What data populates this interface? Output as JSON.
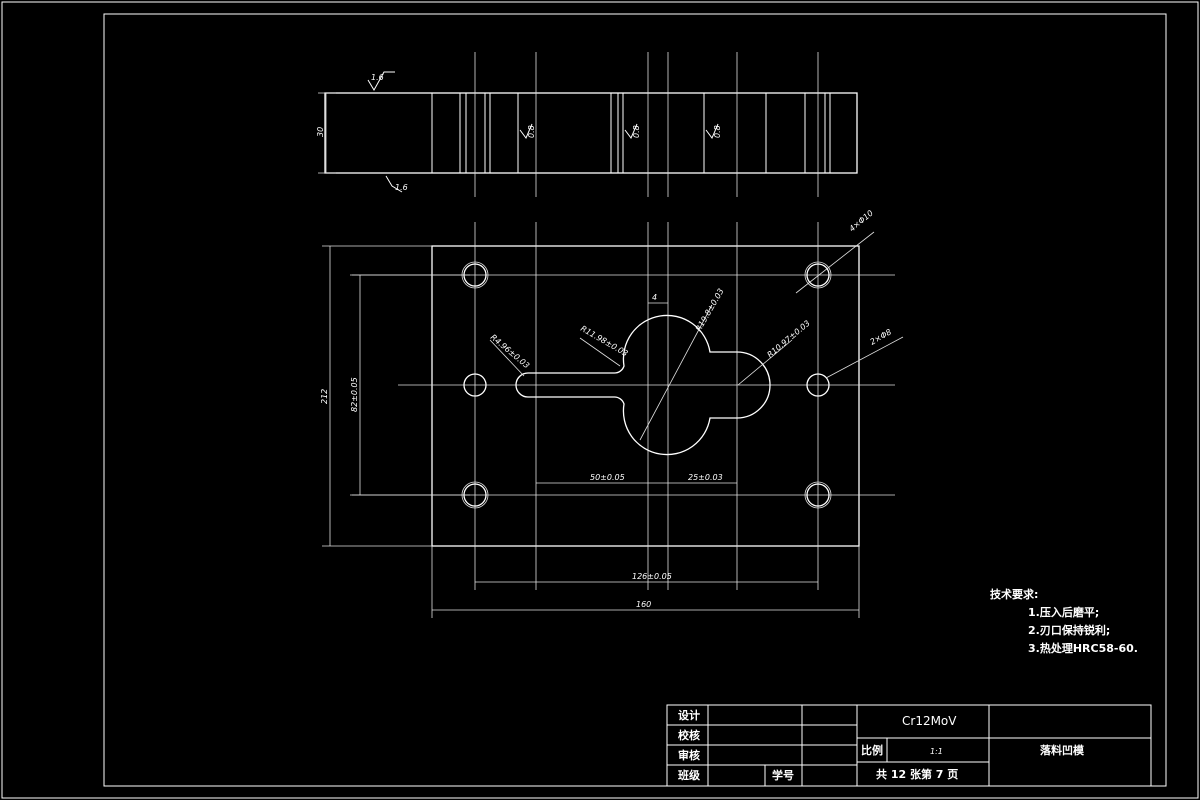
{
  "colors": {
    "background": "#000000",
    "lines": "#ffffff"
  },
  "side_view": {
    "height_dim": "30",
    "roughness_top": "1.6",
    "roughness_bottom": "1.6",
    "roughness_1": "0.8",
    "roughness_2": "0.8",
    "roughness_3": "0.8"
  },
  "plan_view": {
    "dim_outer_height": "212",
    "dim_hole_spacing_y": "82±0.05",
    "dim_50": "50±0.05",
    "dim_25": "25±0.03",
    "dim_126": "126±0.05",
    "dim_width": "160",
    "dim_4": "4",
    "dim_slot_r": "R4.96±0.03",
    "dim_r_a": "R11.98±0.03",
    "dim_r_b": "R19.8±0.03",
    "dim_r_c": "R10.97±0.03",
    "dim_hole_top": "4×Φ10",
    "dim_hole_mid": "2×Φ8"
  },
  "tech_requirements": {
    "title": "技术要求:",
    "items": [
      "1.压入后磨平;",
      "2.刃口保持锐利;",
      "3.热处理HRC58-60."
    ]
  },
  "title_block": {
    "design": "设计",
    "check": "校核",
    "review": "审核",
    "class": "班级",
    "student_no": "学号",
    "material": "Cr12MoV",
    "scale_label": "比例",
    "scale_value": "1:1",
    "part_name": "落料凹模",
    "sheet_info": "共 12 张第 7 页"
  }
}
